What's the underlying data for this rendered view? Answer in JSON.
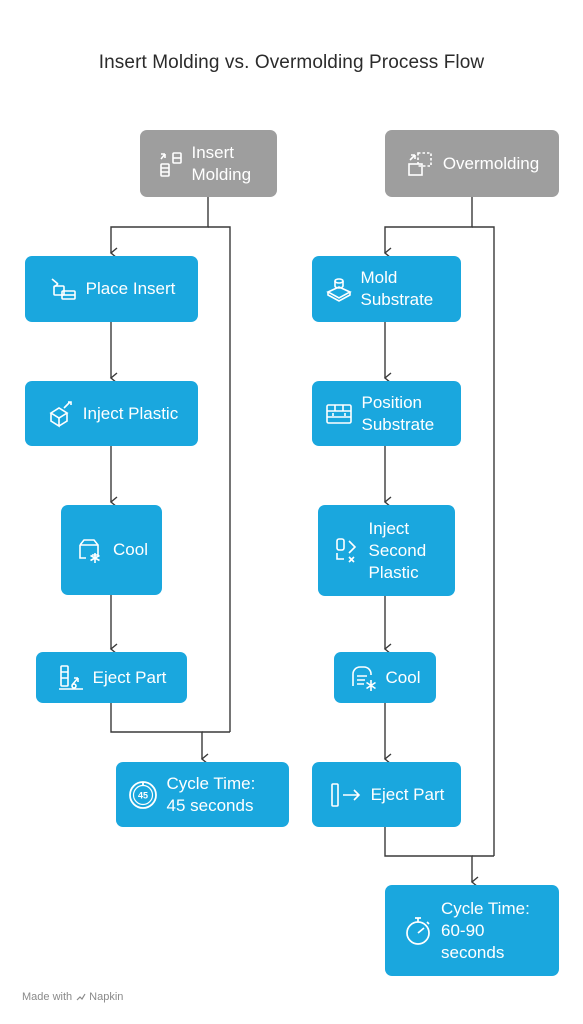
{
  "title": "Insert Molding vs. Overmolding Process Flow",
  "insert_molding": {
    "start": "Insert Molding",
    "steps": [
      "Place Insert",
      "Inject Plastic",
      "Cool",
      "Eject Part"
    ],
    "result": "Cycle Time: 45 seconds",
    "result_icon_text": "45"
  },
  "overmolding": {
    "start": "Overmolding",
    "steps": [
      "Mold Substrate",
      "Position Substrate",
      "Inject Second Plastic",
      "Cool",
      "Eject Part"
    ],
    "result": "Cycle Time: 60-90 seconds"
  },
  "icons": {
    "insert_start": "insert-molding-icon",
    "over_start": "overmolding-icon",
    "place_insert": "place-insert-icon",
    "inject_plastic": "inject-plastic-icon",
    "cool": "cool-snowflake-icon",
    "eject_part": "eject-part-icon",
    "cycle_45": "timer-45-icon",
    "mold_substrate": "mold-substrate-icon",
    "position_substrate": "position-substrate-icon",
    "inject_second": "inject-second-plastic-icon",
    "over_cool": "cool-snowflake-icon",
    "over_eject": "eject-arrow-icon",
    "cycle_over": "stopwatch-icon"
  },
  "colors": {
    "start_node": "#9e9e9e",
    "step_node": "#1aa7de",
    "connector": "#3a3a3a"
  },
  "footer": {
    "prefix": "Made with",
    "brand": "Napkin"
  }
}
